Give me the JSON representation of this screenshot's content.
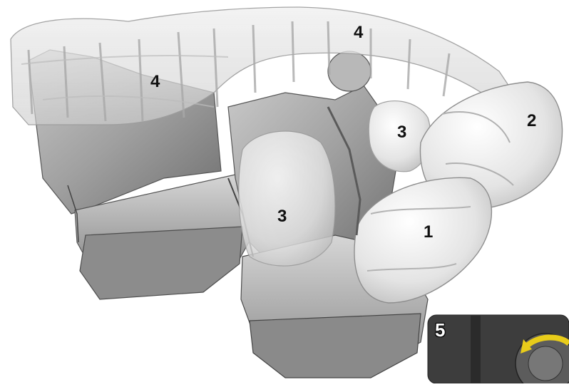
{
  "callouts": {
    "driver_front_airbag": "1",
    "passenger_front_airbag": "2",
    "side_airbag_front_seat": "3",
    "side_airbag_driver_seat": "3",
    "curtain_airbag_front": "4",
    "curtain_airbag_rear": "4",
    "inset_switch": "5"
  },
  "colors": {
    "airbag_fill": "#e6e6e6",
    "seat_fill": "#9a9a9a",
    "inset_bg": "#3d3d3d",
    "switch_arrow": "#e8cc1a"
  },
  "icons": {
    "inset": "airbag-off-switch-icon"
  }
}
